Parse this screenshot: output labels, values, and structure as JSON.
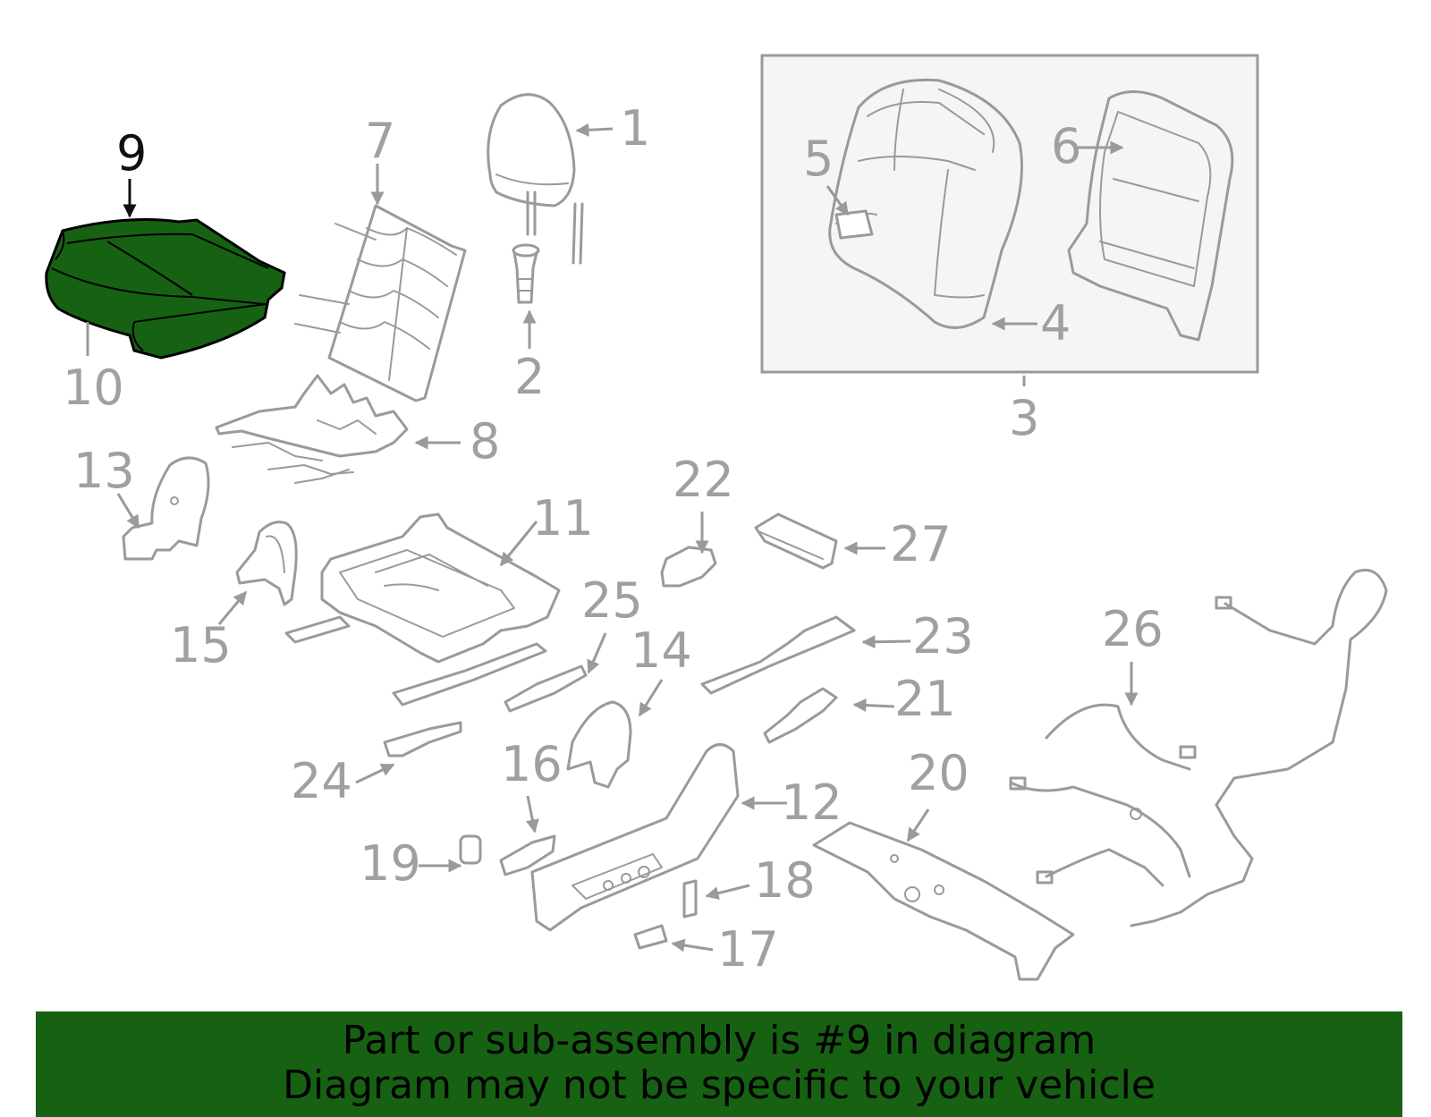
{
  "diagram": {
    "highlight_color": "#176113",
    "highlighted_part": "9",
    "callouts": [
      "1",
      "2",
      "3",
      "4",
      "5",
      "6",
      "7",
      "8",
      "9",
      "10",
      "11",
      "12",
      "13",
      "14",
      "15",
      "16",
      "17",
      "18",
      "19",
      "20",
      "21",
      "22",
      "23",
      "24",
      "25",
      "26",
      "27"
    ]
  },
  "banner": {
    "background": "#176113",
    "line1": "Part or sub-assembly is #9 in diagram",
    "line2": "Diagram may not be specific to your vehicle"
  }
}
